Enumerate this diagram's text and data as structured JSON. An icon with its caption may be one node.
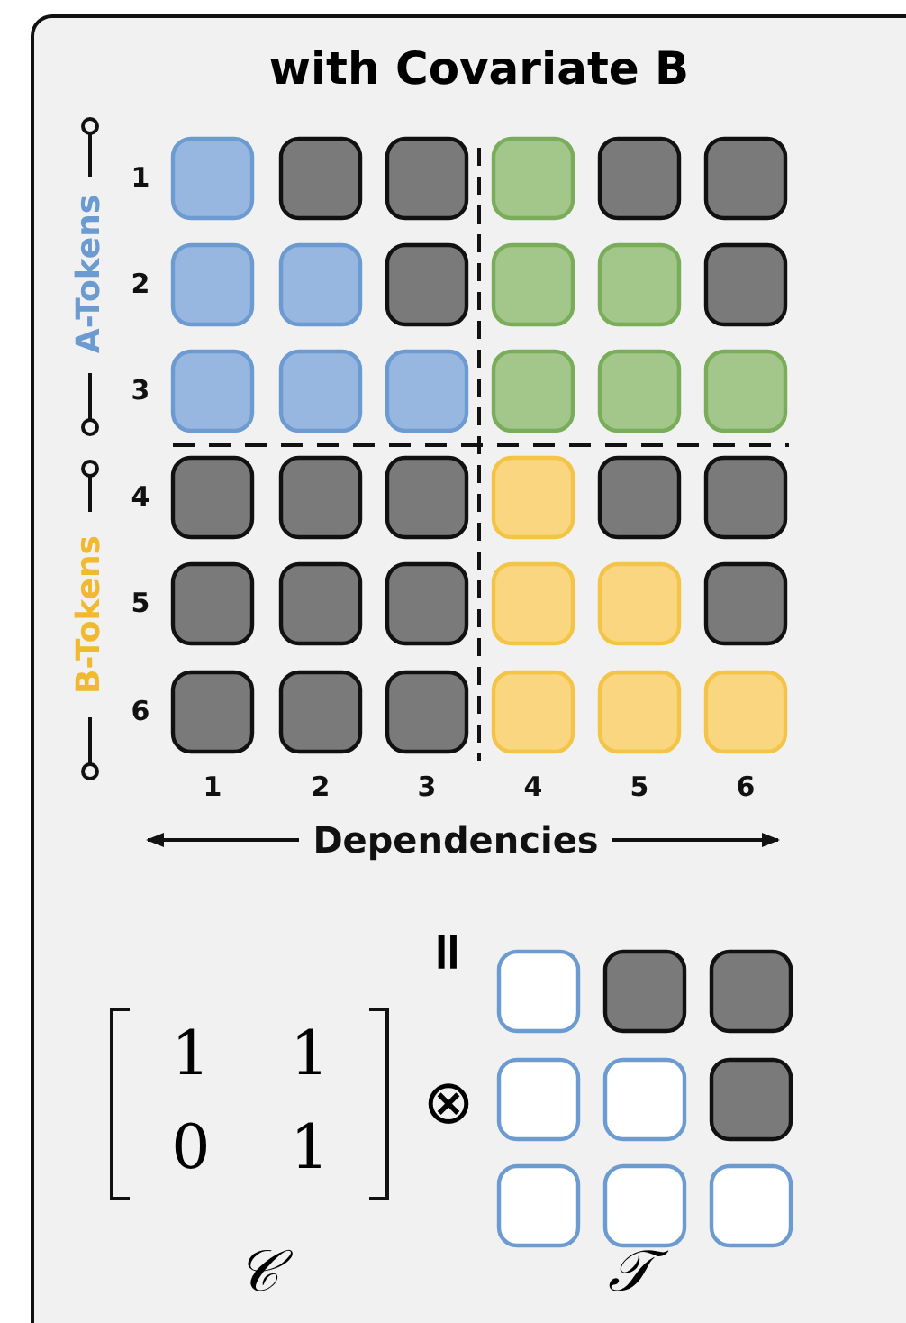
{
  "diagram": {
    "title": "with Covariate B",
    "labels": [
      "A-Tokens",
      "1",
      "2",
      "3",
      "B-Tokens",
      "4",
      "5",
      "6",
      "1",
      "2",
      "3",
      "4",
      "5",
      "6",
      "Dependencies",
      "=",
      "1",
      "1",
      "0",
      "1",
      "⊗",
      "𝒞",
      "𝒯"
    ]
  }
}
